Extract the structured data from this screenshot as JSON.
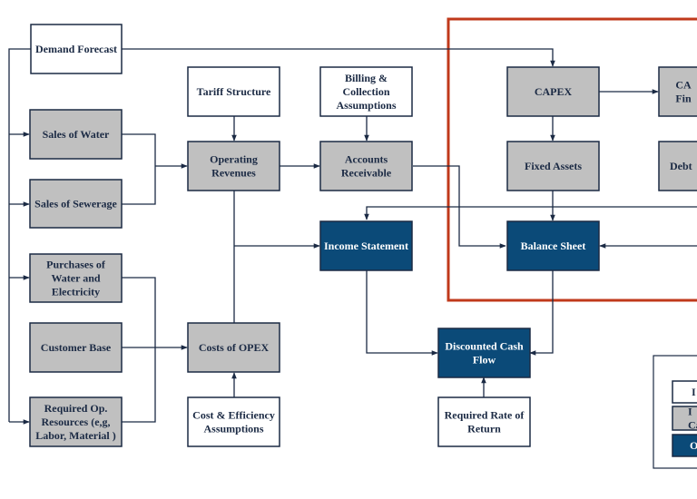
{
  "colors": {
    "input_fill": "#ffffff",
    "calc_fill": "#c0c0c0",
    "output_fill": "#0b4a78",
    "border": "#1b2a44",
    "arrow": "#1b2a44",
    "highlight": "#c0391b",
    "text_dark": "#1b2a44",
    "text_light": "#ffffff"
  },
  "nodes": {
    "demand_forecast": {
      "lines": [
        "Demand Forecast"
      ],
      "kind": "input"
    },
    "sales_water": {
      "lines": [
        "Sales of Water"
      ],
      "kind": "calc"
    },
    "sales_sewerage": {
      "lines": [
        "Sales of Sewerage"
      ],
      "kind": "calc"
    },
    "purchases": {
      "lines": [
        "Purchases of",
        "Water and",
        "Electricity"
      ],
      "kind": "calc"
    },
    "customer_base": {
      "lines": [
        "Customer Base"
      ],
      "kind": "calc"
    },
    "required_resources": {
      "lines": [
        "Required Op.",
        "Resources (e,g,",
        "Labor, Material )"
      ],
      "kind": "calc"
    },
    "tariff_structure": {
      "lines": [
        "Tariff Structure"
      ],
      "kind": "input"
    },
    "operating_revenues": {
      "lines": [
        "Operating",
        "Revenues"
      ],
      "kind": "calc"
    },
    "costs_opex": {
      "lines": [
        "Costs of OPEX"
      ],
      "kind": "calc"
    },
    "cost_efficiency": {
      "lines": [
        "Cost & Efficiency",
        "Assumptions"
      ],
      "kind": "input"
    },
    "billing_collection": {
      "lines": [
        "Billing &",
        "Collection",
        "Assumptions"
      ],
      "kind": "input"
    },
    "accounts_receivable": {
      "lines": [
        "Accounts",
        "Receivable"
      ],
      "kind": "calc"
    },
    "income_statement": {
      "lines": [
        "Income Statement"
      ],
      "kind": "output"
    },
    "discounted_cash_flow": {
      "lines": [
        "Discounted Cash",
        "Flow"
      ],
      "kind": "output"
    },
    "required_rate": {
      "lines": [
        "Required Rate of",
        "Return"
      ],
      "kind": "input"
    },
    "capex": {
      "lines": [
        "CAPEX"
      ],
      "kind": "calc"
    },
    "fixed_assets": {
      "lines": [
        "Fixed Assets"
      ],
      "kind": "calc"
    },
    "balance_sheet": {
      "lines": [
        "Balance Sheet"
      ],
      "kind": "output"
    },
    "capex_financing": {
      "lines": [
        "CA",
        "Fin"
      ],
      "kind": "calc"
    },
    "debt": {
      "lines": [
        "Debt"
      ],
      "kind": "calc"
    },
    "legend_input": {
      "lines": [
        "I"
      ],
      "kind": "input"
    },
    "legend_calc": {
      "lines": [
        "I",
        "Cal"
      ],
      "kind": "calc"
    },
    "legend_output": {
      "lines": [
        "O"
      ],
      "kind": "output"
    }
  }
}
